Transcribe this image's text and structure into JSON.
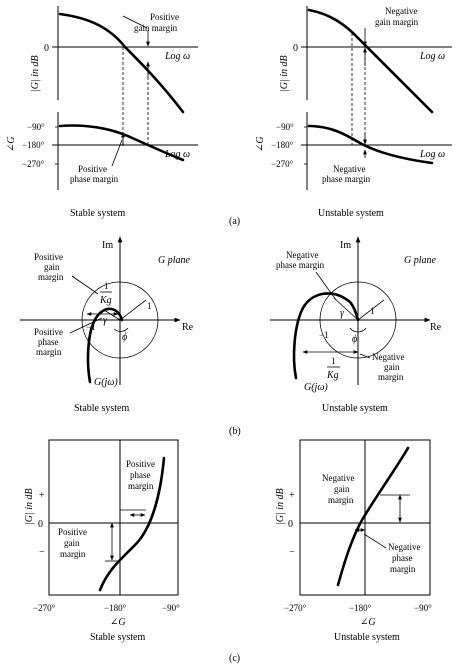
{
  "bode": {
    "stable": {
      "mag_ylabel": "|G| in dB",
      "zero_label": "0",
      "x_label": "Log ω",
      "annotation": "Positive gain margin",
      "phase_ylabel": "∠G",
      "ticks": [
        "−90°",
        "−180°",
        "−270°"
      ],
      "phase_annotation": "Positive phase margin",
      "caption": "Stable system"
    },
    "unstable": {
      "mag_ylabel": "|G| in dB",
      "zero_label": "0",
      "x_label": "Log ω",
      "annotation": "Negative gain margin",
      "phase_ylabel": "∠G",
      "ticks": [
        "−90°",
        "−180°",
        "−270°"
      ],
      "phase_annotation": "Negative phase margin",
      "caption": "Unstable system"
    },
    "part_label": "(a)"
  },
  "polar": {
    "stable": {
      "im": "Im",
      "re": "Re",
      "plane": "G plane",
      "gain_margin": "Positive gain margin",
      "one_over_kg_num": "1",
      "one_over_kg_den": "Kg",
      "phase_margin": "Positive phase margin",
      "minus_one": "−1",
      "one": "1",
      "gamma": "γ",
      "phi": "ϕ",
      "curve": "G(jω)",
      "caption": "Stable system"
    },
    "unstable": {
      "im": "Im",
      "re": "Re",
      "plane": "G plane",
      "phase_margin": "Negative phase margin",
      "gain_margin": "Negative gain margin",
      "one_over_kg_num": "1",
      "one_over_kg_den": "Kg",
      "minus_one": "−1",
      "one": "1",
      "gamma": "γ",
      "phi": "ϕ",
      "curve": "G(jω)",
      "caption": "Unstable system"
    },
    "part_label": "(b)"
  },
  "nichols": {
    "stable": {
      "ylabel": "|G| in dB",
      "zero": "0",
      "plus": "+",
      "minus": "−",
      "x_ticks": [
        "−270°",
        "−180°",
        "−90°"
      ],
      "xlabel": "∠G",
      "phase_margin": "Positive phase margin",
      "gain_margin": "Positive gain margin",
      "caption": "Stable system"
    },
    "unstable": {
      "ylabel": "|G| in dB",
      "zero": "0",
      "plus": "+",
      "minus": "−",
      "x_ticks": [
        "−270°",
        "−180°",
        "−90°"
      ],
      "xlabel": "∠G",
      "gain_margin": "Negative gain margin",
      "phase_margin": "Negative phase margin",
      "caption": "Unstable system"
    },
    "part_label": "(c)"
  }
}
